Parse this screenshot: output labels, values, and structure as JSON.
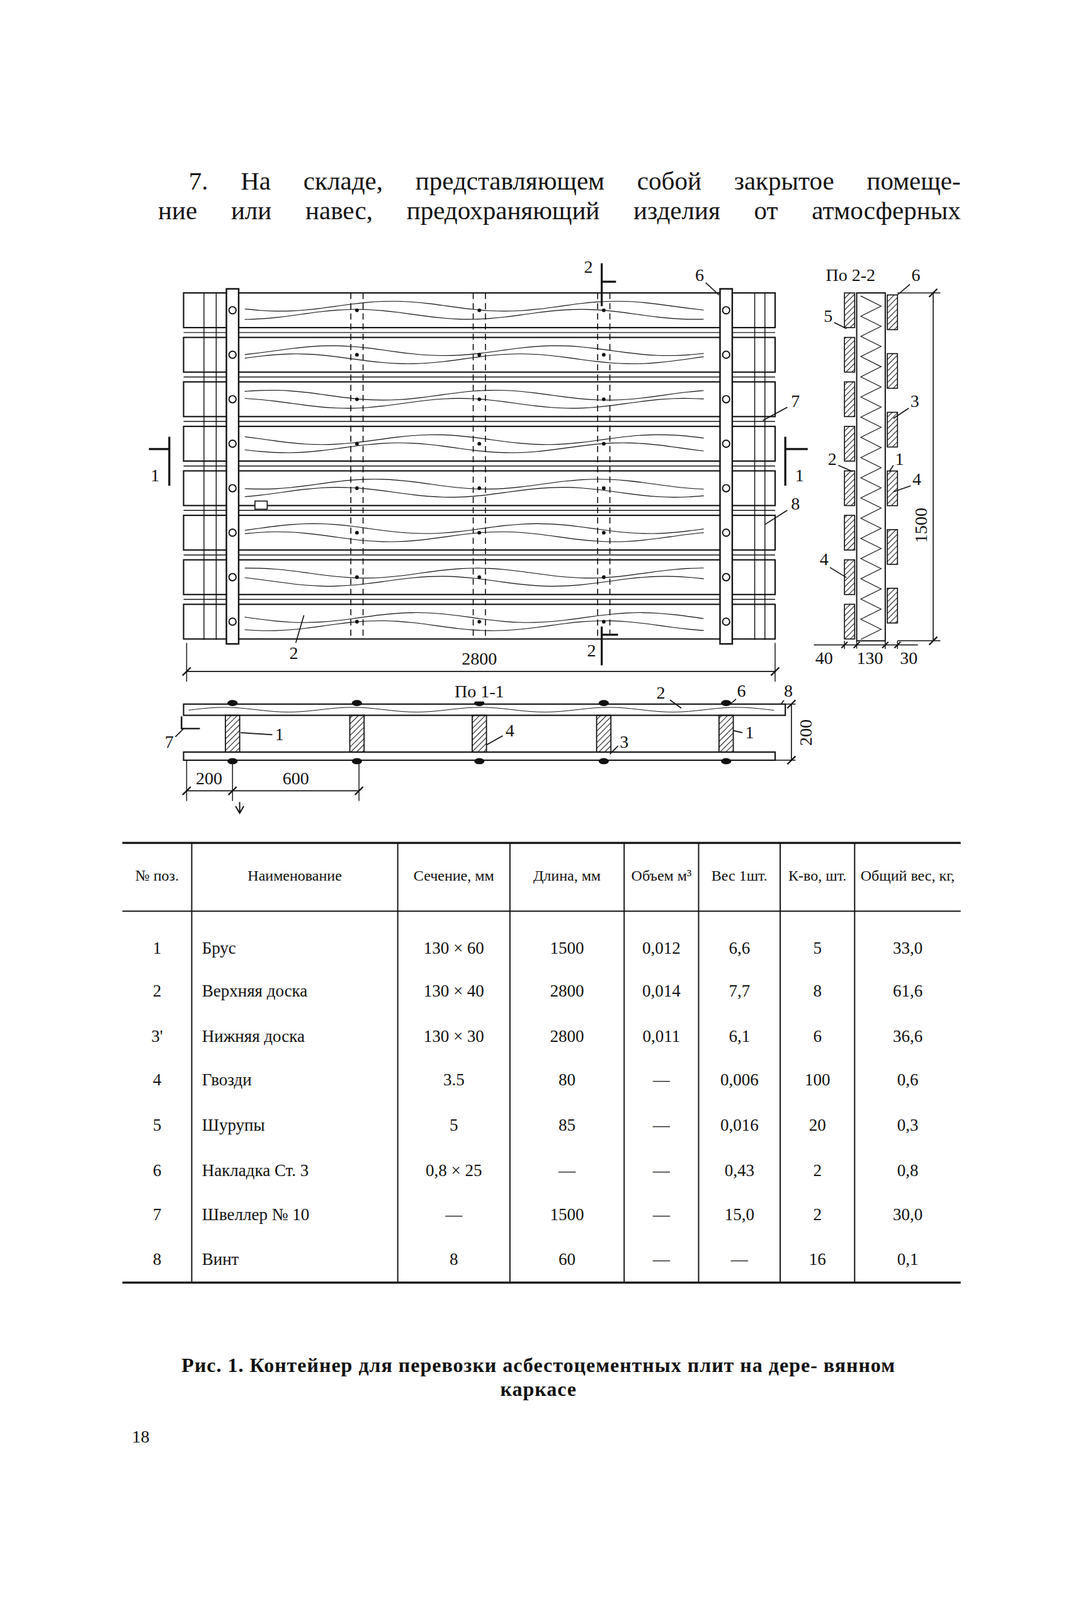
{
  "diagram": {
    "caption": "Рис. 1. Контейнер для перевозки асбестоцементных плит на дере- вянном каркасе",
    "labels": [
      "7. На складе, представляющем собой закрытое помеще-",
      "ние или навес, предохраняющий изделия от атмосферных",
      "2",
      "6",
      "По 2-2",
      "6",
      "5",
      "7",
      "3",
      "2",
      "1",
      "1",
      "1",
      "4",
      "8",
      "1500",
      "4",
      "2",
      "2",
      "2800",
      "40",
      "130",
      "30",
      "По 1-1",
      "2",
      "6",
      "8",
      "7",
      "1",
      "4",
      "3",
      "1",
      "200",
      "200",
      "600",
      "№ поз.",
      "Наименование",
      "Сечение, мм",
      "Длина, мм",
      "Объем м³",
      "Вес 1шт.",
      "К-во, шт.",
      "Общий вес, кг,",
      "1",
      "Брус",
      "130 × 60",
      "1500",
      "0,012",
      "6,6",
      "5",
      "33,0",
      "2",
      "Верхняя доска",
      "130 × 40",
      "2800",
      "0,014",
      "7,7",
      "8",
      "61,6",
      "3'",
      "Нижняя доска",
      "130 × 30",
      "2800",
      "0,011",
      "6,1",
      "6",
      "36,6",
      "4",
      "Гвозди",
      "3.5",
      "80",
      "—",
      "0,006",
      "100",
      "0,6",
      "5",
      "Шурупы",
      "5",
      "85",
      "—",
      "0,016",
      "20",
      "0,3",
      "6",
      "Накладка Ст. 3",
      "0,8 × 25",
      "—",
      "—",
      "0,43",
      "2",
      "0,8",
      "7",
      "Швеллер № 10",
      "—",
      "1500",
      "—",
      "15,0",
      "2",
      "30,0",
      "8",
      "Винт",
      "8",
      "60",
      "—",
      "—",
      "16",
      "0,1",
      "18"
    ]
  }
}
